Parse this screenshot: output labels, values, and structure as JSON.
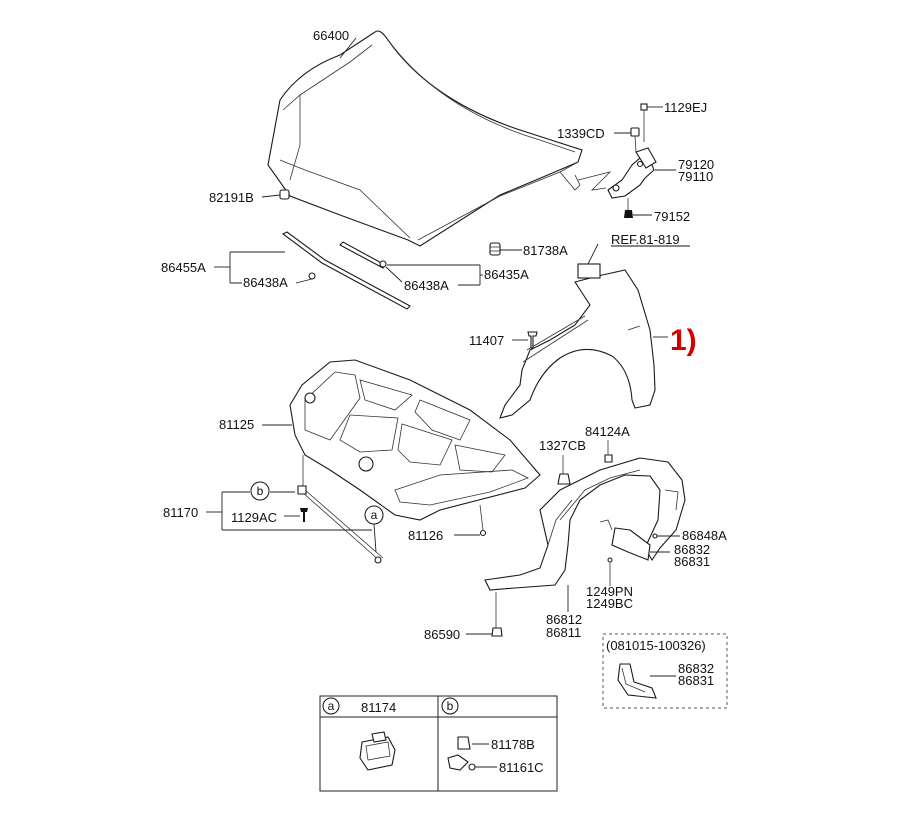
{
  "labels": {
    "hood": "66400",
    "hood_bumper": "82191B",
    "hinge_bolt": "1129EJ",
    "hinge_nut": "1339CD",
    "hinge_rh": "79120",
    "hinge_lh": "79110",
    "hinge_bolt2": "79152",
    "stopper": "81738A",
    "ref": "REF.81-819",
    "seal_group_left": "86455A",
    "clip_left": "86438A",
    "clip_right": "86438A",
    "seal_group_right": "86435A",
    "bolt_fender": "11407",
    "callout": "1)",
    "hood_insulator": "81125",
    "insulator_clip": "81126",
    "stay_group": "81170",
    "stay_bolt": "1129AC",
    "screw_1327": "1327CB",
    "fender_bracket": "84124A",
    "guard_clip": "86848A",
    "guard_rh": "86832",
    "guard_lh": "86831",
    "screw_pn": "1249PN",
    "screw_bc": "1249BC",
    "liner_rh": "86812",
    "liner_lh": "86811",
    "liner_clip": "86590",
    "mudguard_date": "(081015-100326)",
    "mudguard_rh": "86832",
    "mudguard_lh": "86831"
  },
  "markers": {
    "a": "a",
    "b": "b"
  },
  "table": {
    "col_a_marker": "a",
    "col_a_part": "81174",
    "col_b_marker": "b",
    "col_b_part1": "81178B",
    "col_b_part2": "81161C"
  }
}
